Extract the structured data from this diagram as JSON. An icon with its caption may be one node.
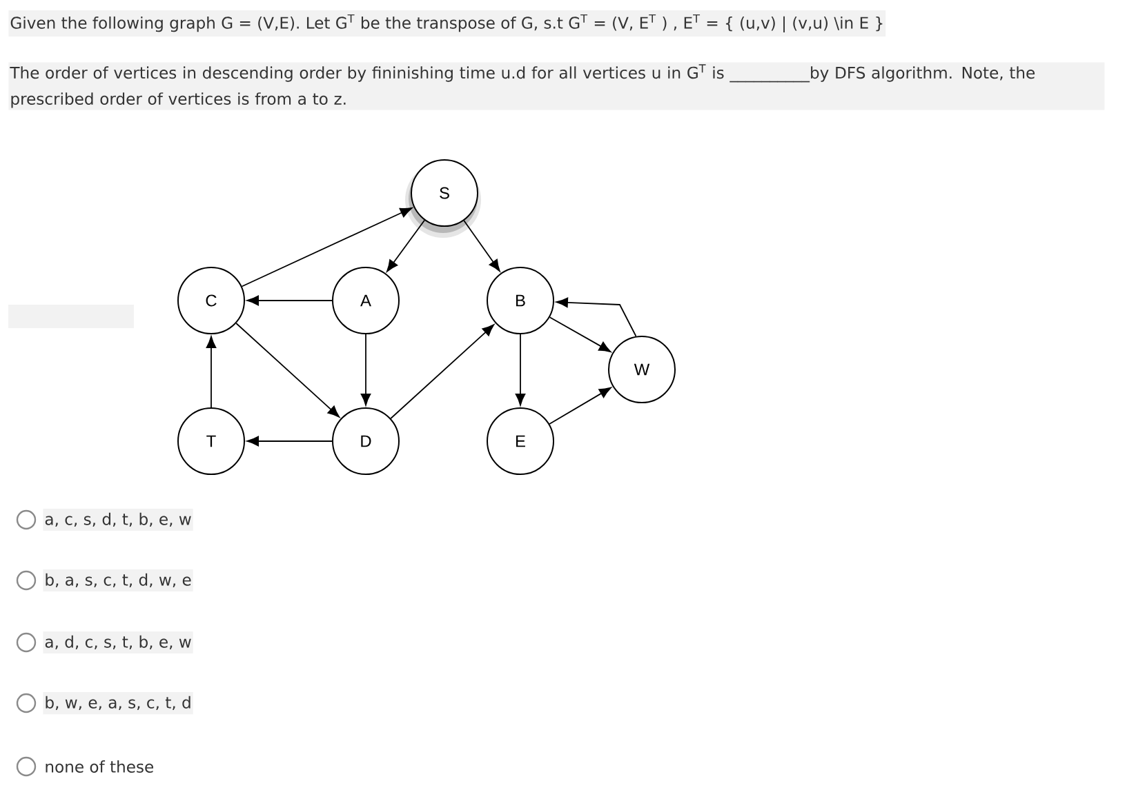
{
  "diagram": {
    "nodes": [
      {
        "text": [
          "S"
        ]
      },
      {
        "text": [
          "C"
        ]
      },
      {
        "text": [
          "A"
        ]
      },
      {
        "text": [
          "B"
        ]
      },
      {
        "text": [
          "W"
        ]
      },
      {
        "text": [
          "T"
        ]
      },
      {
        "text": [
          "D"
        ]
      },
      {
        "text": [
          "E"
        ]
      }
    ],
    "edges": [
      {
        "from": 1,
        "to": 0,
        "arrow": "to"
      },
      {
        "from": 0,
        "to": 2,
        "arrow": "to"
      },
      {
        "from": 0,
        "to": 3,
        "arrow": "to"
      },
      {
        "from": 2,
        "to": 1,
        "arrow": "to"
      },
      {
        "from": 2,
        "to": 6,
        "arrow": "to"
      },
      {
        "from": 1,
        "to": 6,
        "arrow": "to"
      },
      {
        "from": 6,
        "to": 5,
        "arrow": "to"
      },
      {
        "from": 5,
        "to": 1,
        "arrow": "to"
      },
      {
        "from": 6,
        "to": 3,
        "arrow": "to"
      },
      {
        "from": 3,
        "to": 7,
        "arrow": "to"
      },
      {
        "from": 3,
        "to": 4,
        "arrow": "to"
      },
      {
        "from": 4,
        "to": 3,
        "arrow": "to"
      },
      {
        "from": 7,
        "to": 4,
        "arrow": "to"
      }
    ],
    "labels": [
      "Given the following graph G = (V,E). Let G$^{T}$ be the transpose of G, s.t G$^{T}$ = (V, E$^{T}$ ) , E$^{T}$ = { (u,v) | (v,u) \\in E }",
      "The order of vertices in descending order by fininishing time u.d for all vertices u in G$^{T}$ is __________by DFS algorithm. Note, the prescribed order of vertices is from a to z.",
      "a, c, s, d, t, b, e, w",
      "b, a, s, c, t, d, w, e",
      "a, d, c, s, t, b, e, w",
      "b, w, e, a, s, c, t, d",
      "none of these"
    ]
  }
}
